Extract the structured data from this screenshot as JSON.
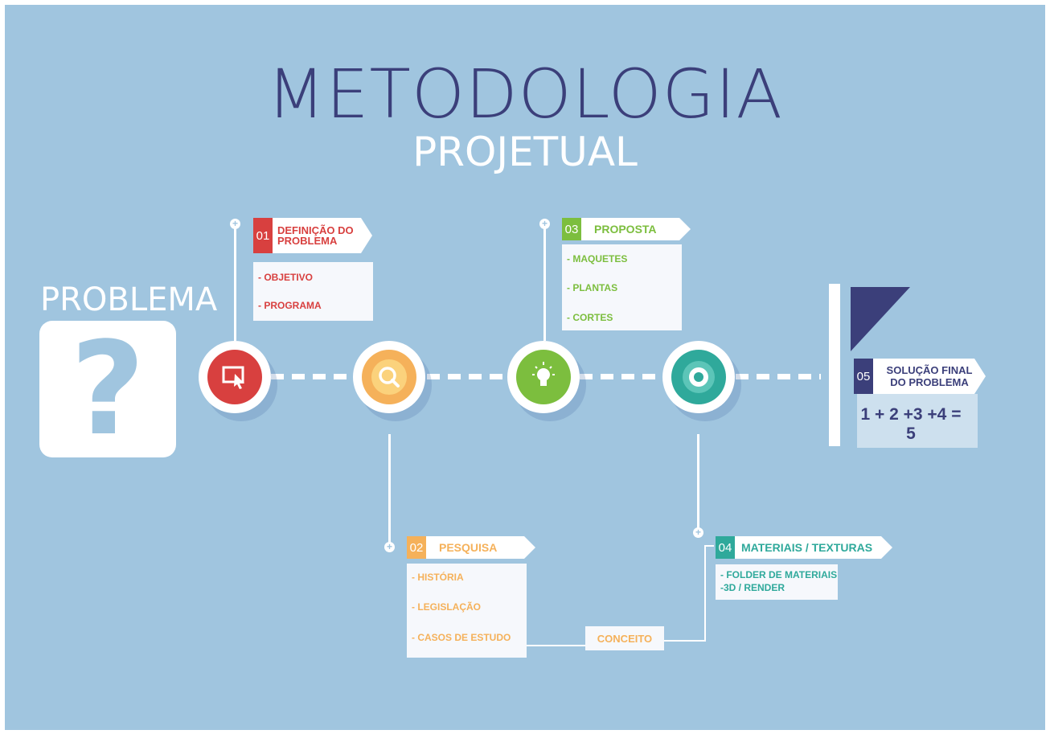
{
  "title": "METODOLOGIA",
  "subtitle": "PROJETUAL",
  "problem": {
    "label": "PROBLEMA",
    "symbol": "?"
  },
  "colors": {
    "background": "#a0c5df",
    "navy": "#3b3f7a",
    "red": "#d8403f",
    "orange": "#f5b15a",
    "green": "#7cbe3e",
    "teal": "#2fa99b"
  },
  "steps": [
    {
      "number": "01",
      "title_line1": "DEFINIÇÃO DO",
      "title_line2": "PROBLEMA",
      "items": [
        "- OBJETIVO",
        "- PROGRAMA"
      ],
      "icon": "cursor-screen-icon"
    },
    {
      "number": "02",
      "title": "PESQUISA",
      "items": [
        "- HISTÓRIA",
        "- LEGISLAÇÃO",
        "- CASOS DE ESTUDO"
      ],
      "icon": "magnifier-icon"
    },
    {
      "number": "03",
      "title": "PROPOSTA",
      "items": [
        "- MAQUETES",
        "- PLANTAS",
        "- CORTES"
      ],
      "icon": "lightbulb-icon"
    },
    {
      "number": "04",
      "title": "MATERIAIS / TEXTURAS",
      "items": [
        "- FOLDER DE MATERIAIS",
        "-3D / RENDER"
      ],
      "icon": "tape-roll-icon"
    }
  ],
  "connector": {
    "label": "CONCEITO"
  },
  "final": {
    "number": "05",
    "title_line1": "SOLUÇÃO FINAL",
    "title_line2": "DO PROBLEMA",
    "equation": "1 + 2 +3 +4 = 5"
  }
}
